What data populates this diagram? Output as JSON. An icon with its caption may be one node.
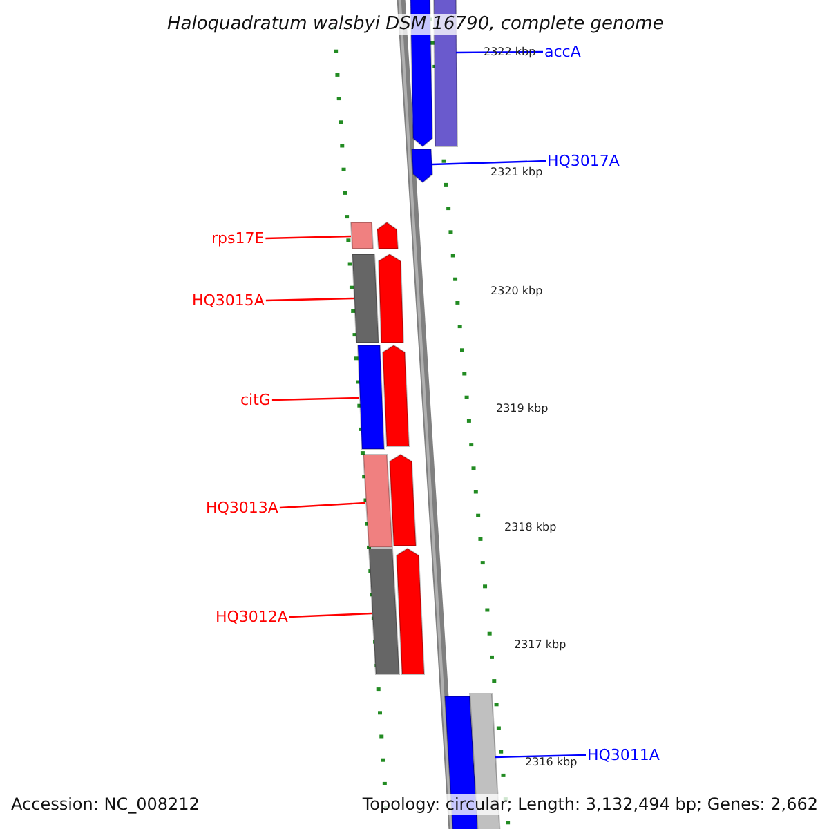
{
  "diagram": {
    "title": "Haloquadratum walsbyi DSM 16790, complete genome",
    "nodes": [
      {
        "text": [
          "accA"
        ]
      },
      {
        "text": [
          "HQ3017A"
        ]
      },
      {
        "text": [
          "rps17E"
        ]
      },
      {
        "text": [
          "HQ3015A"
        ]
      },
      {
        "text": [
          "citG"
        ]
      },
      {
        "text": [
          "HQ3013A"
        ]
      },
      {
        "text": [
          "HQ3012A"
        ]
      },
      {
        "text": [
          "HQ3011A"
        ]
      },
      {
        "text": [],
        "shape": "bar"
      },
      {
        "text": [],
        "shape": "bar"
      },
      {
        "text": [],
        "shape": "bar"
      },
      {
        "text": [],
        "shape": "bar"
      },
      {
        "text": [],
        "shape": "bar"
      },
      {
        "text": [],
        "shape": "bar"
      },
      {
        "text": [],
        "shape": "bar"
      },
      {
        "text": [],
        "shape": "bar"
      }
    ],
    "edges": [
      {
        "from": 0,
        "to": 8,
        "arrow": "none",
        "color": "#0000ff"
      },
      {
        "from": 1,
        "to": 9,
        "arrow": "none",
        "color": "#0000ff"
      },
      {
        "from": 2,
        "to": 10,
        "arrow": "none"
      },
      {
        "from": 3,
        "to": 11,
        "arrow": "none"
      },
      {
        "from": 4,
        "to": 12,
        "arrow": "none"
      },
      {
        "from": 5,
        "to": 13,
        "arrow": "none"
      },
      {
        "from": 6,
        "to": 14,
        "arrow": "none"
      },
      {
        "from": 7,
        "to": 15,
        "arrow": "none",
        "color": "#0000ff"
      }
    ],
    "labels": [
      "2322 kbp",
      "2321 kbp",
      "2320 kbp",
      "2319 kbp",
      "2318 kbp",
      "2317 kbp",
      "2316 kbp",
      "Accession: NC_008212",
      "Topology: circular; Length: 3,132,494 bp; Genes: 2,662"
    ]
  }
}
